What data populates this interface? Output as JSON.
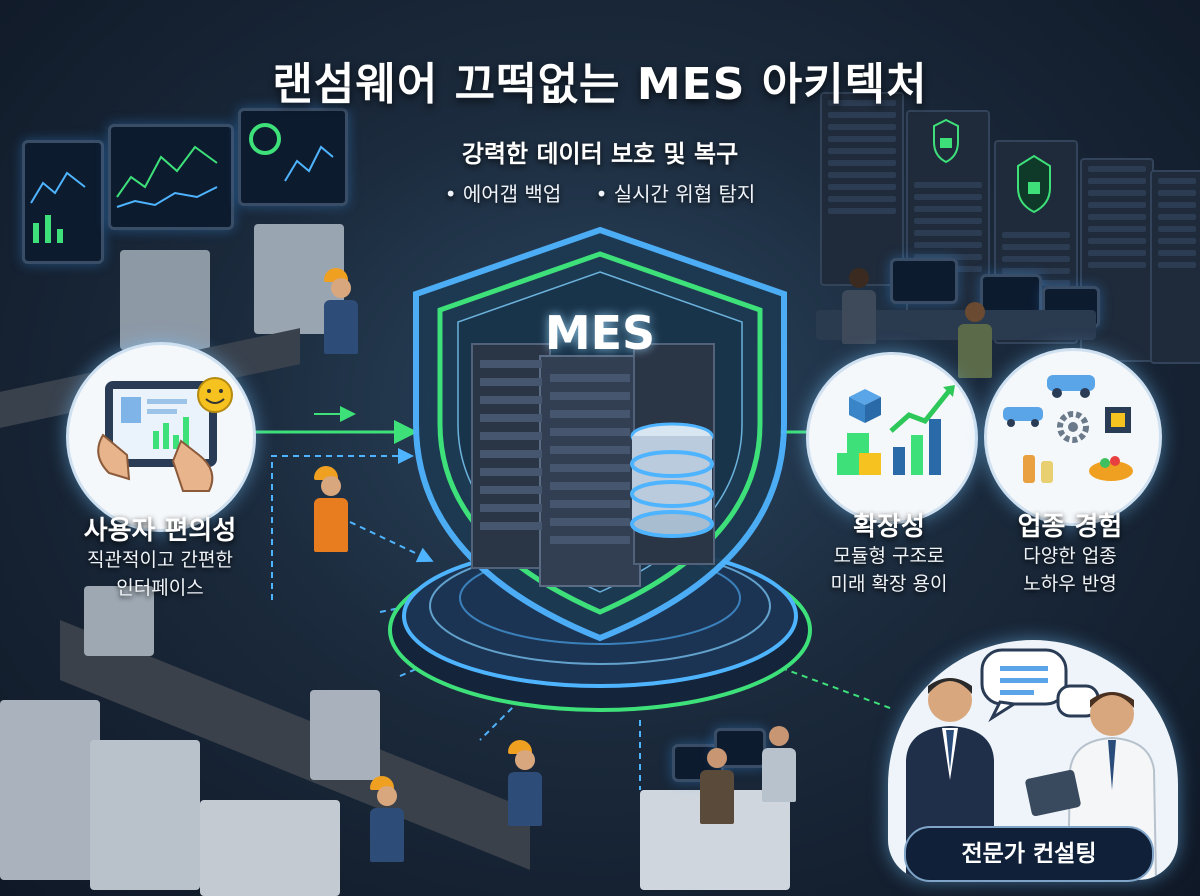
{
  "title": "랜섬웨어 끄떡없는 MES 아키텍처",
  "header": {
    "subtitle": "강력한 데이터 보호 및 복구",
    "bullets": [
      "• 에어갭 백업",
      "• 실시간 위협 탐지"
    ]
  },
  "center": {
    "label": "MES"
  },
  "features": {
    "usability": {
      "title": "사용자 편의성",
      "desc_line1": "직관적이고 간편한",
      "desc_line2": "인터페이스"
    },
    "scalability": {
      "title": "확장성",
      "desc_line1": "모듈형 구조로",
      "desc_line2": "미래 확장 용이"
    },
    "industry": {
      "title": "업종 경험",
      "desc_line1": "다양한 업종",
      "desc_line2": "노하우 반영"
    }
  },
  "consulting": {
    "label": "전문가 컨설팅"
  },
  "colors": {
    "accent_green": "#3ee07a",
    "accent_blue": "#4fb4ff",
    "shield_fill": "#1c3a52",
    "background": "#1b2a3c"
  },
  "icons": [
    "shield-icon",
    "server-rack-icon",
    "database-icon",
    "tablet-icon",
    "smiley-icon",
    "growth-chart-icon",
    "car-icon",
    "gear-icon",
    "chip-icon",
    "speech-bubble-icon",
    "lock-icon"
  ]
}
